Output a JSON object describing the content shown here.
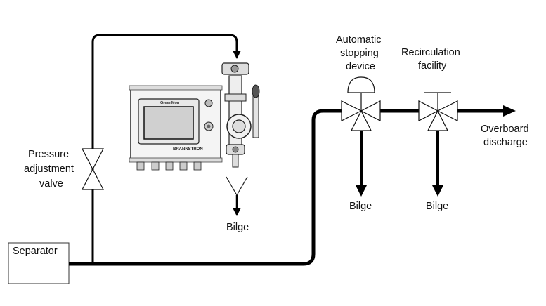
{
  "labels": {
    "separator": "Separator",
    "pressure_valve": [
      "Pressure",
      "adjustment",
      "valve"
    ],
    "bilge_monitor": "Bilge",
    "automatic_stopping": [
      "Automatic",
      "stopping",
      "device"
    ],
    "recirculation": [
      "Recirculation",
      "facility"
    ],
    "overboard": [
      "Overboard",
      "discharge"
    ],
    "bilge_auto": "Bilge",
    "bilge_recirc": "Bilge"
  },
  "monitor": {
    "screen_title": "GreenMon",
    "brand": "BRANNSTRON"
  },
  "colors": {
    "pipe": "#000000",
    "outline": "#111111",
    "background": "#ffffff"
  }
}
